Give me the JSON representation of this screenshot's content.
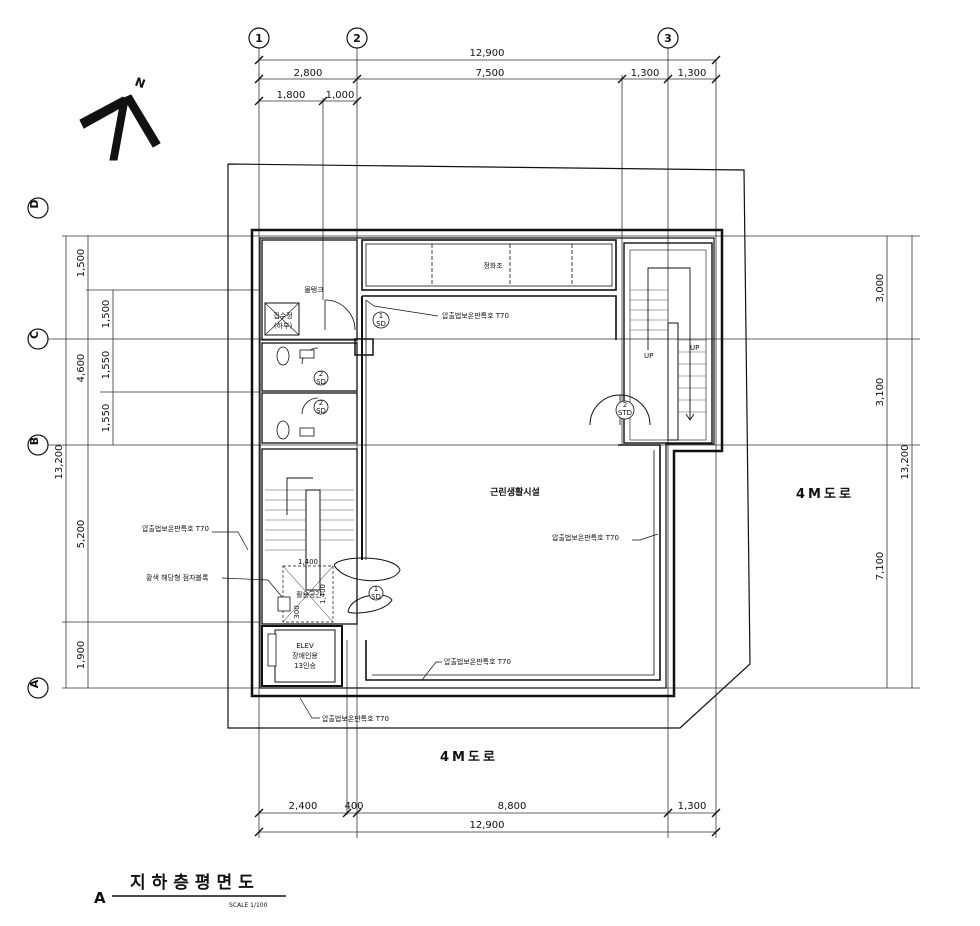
{
  "grid": {
    "columns": [
      "1",
      "2",
      "3"
    ],
    "rows": [
      "D",
      "C",
      "B",
      "A"
    ]
  },
  "north": "N",
  "dims": {
    "top_total": "12,900",
    "top_row1": [
      "2,800",
      "7,500",
      "1,300",
      "1,300"
    ],
    "top_row2": [
      "1,800",
      "1,000"
    ],
    "bottom_row": [
      "2,400",
      "400",
      "8,800",
      "1,300"
    ],
    "bottom_total": "12,900",
    "left_outer": "13,200",
    "left_mid": [
      "1,500",
      "4,600",
      "5,200",
      "1,900"
    ],
    "left_inner": [
      "1,500",
      "1,550",
      "1,550"
    ],
    "right_inner": [
      "3,000",
      "3,100",
      "7,100"
    ],
    "right_outer": "13,200",
    "elev_w": "1,400",
    "elev_h": "1,400",
    "small_300": "300"
  },
  "rooms": {
    "main": "근린생활시설",
    "tank": "정화조",
    "pit": "물탱크",
    "sump": "집수정",
    "sump_sub": "(하부)",
    "lobby": "활용공간",
    "elev_line1": "ELEV",
    "elev_line2": "장애인용",
    "elev_line3": "13인승"
  },
  "notes": {
    "insul1": "압출법보온판특호 T70",
    "insul2": "압출법보온판특호 T70",
    "insul3": "압출법보온판특호 T70",
    "insul4": "압출법보온판특호 T70",
    "insul5": "압출법보온판특호 T70",
    "braille": "황색 해당형 점자블록",
    "up1": "UP",
    "up2": "UP"
  },
  "door_tags": [
    {
      "num": "1",
      "code": "SD"
    },
    {
      "num": "2",
      "code": "SD"
    },
    {
      "num": "2",
      "code": "SD"
    },
    {
      "num": "2",
      "code": "STD"
    },
    {
      "num": "1",
      "code": "SD"
    }
  ],
  "roads": {
    "east": "4M도로",
    "south": "4M도로"
  },
  "caption": {
    "letter": "A",
    "title": "지하층평면도",
    "scale": "SCALE 1/100"
  }
}
